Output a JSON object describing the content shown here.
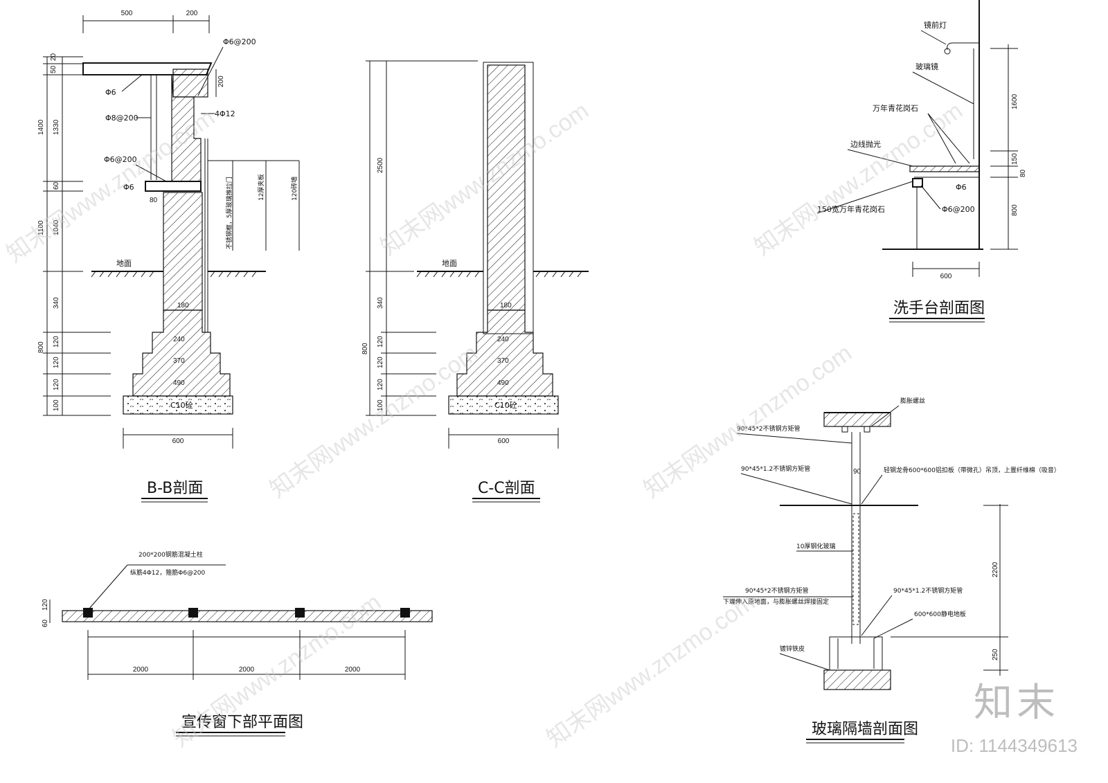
{
  "bb": {
    "title": "B-B剖面",
    "top_dims": [
      "500",
      "200"
    ],
    "left_dims": [
      "20",
      "50",
      "1400",
      "1330",
      "60",
      "1100",
      "1040",
      "340",
      "120",
      "120",
      "120",
      "100",
      "800"
    ],
    "labels": [
      "Φ6@200",
      "Φ6",
      "Φ8@200",
      "4Φ12",
      "Φ6@200",
      "Φ6",
      "80",
      "200"
    ],
    "vertical_labels": [
      "不锈钢框，5厚玻璃推拉门",
      "12厚夹板",
      "120砖墙"
    ],
    "ground": "地面",
    "widths": [
      "180",
      "240",
      "370",
      "490"
    ],
    "base": "C10砼",
    "bottom_dim": "600"
  },
  "cc": {
    "title": "C-C剖面",
    "left_dims": [
      "2500",
      "340",
      "120",
      "120",
      "120",
      "100",
      "800"
    ],
    "ground": "地面",
    "widths": [
      "180",
      "240",
      "370",
      "490"
    ],
    "base": "C10砼",
    "bottom_dim": "600"
  },
  "basin": {
    "title": "洗手台剖面图",
    "labels": [
      "镜前灯",
      "玻璃镜",
      "万年青花岗石",
      "边线抛光",
      "Φ6",
      "150宽万年青花岗石",
      "Φ6@200"
    ],
    "right_dims": [
      "1600",
      "150",
      "80",
      "800"
    ],
    "bottom_dim": "600"
  },
  "plan": {
    "title": "宣传窗下部平面图",
    "labels": [
      "200*200钢筋混凝土柱",
      "纵筋4Φ12，箍筋Φ6@200"
    ],
    "left_dims": [
      "120",
      "60"
    ],
    "spans": [
      "2000",
      "2000",
      "2000"
    ]
  },
  "glass": {
    "title": "玻璃隔墙剖面图",
    "labels": [
      "膨胀螺丝",
      "90*45*2不锈钢方矩管",
      "90*45*1.2不锈钢方矩管",
      "轻钢龙骨600*600铝扣板（带微孔）吊顶，上置纤维棉（吸音）",
      "10厚钢化玻璃",
      "90*45*2不锈钢方矩管",
      "下端伸入原地面，与膨胀螺丝焊接固定",
      "90*45*1.2不锈钢方矩管",
      "600*600静电地板",
      "镀锌铁皮"
    ],
    "dims": [
      "90",
      "2200",
      "250"
    ]
  },
  "watermark": {
    "text": "知末网www.znzmo.com",
    "logo": "知末",
    "id": "ID: 1144349613"
  }
}
